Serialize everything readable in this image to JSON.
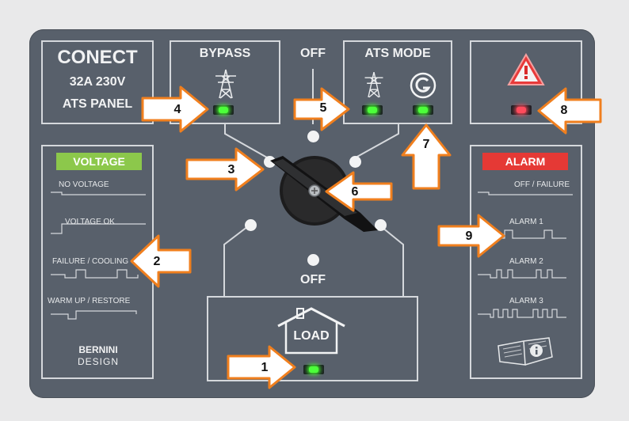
{
  "brand": {
    "line1": "CONECT",
    "line2": "32A 230V",
    "line3": "ATS PANEL"
  },
  "bypass": {
    "title": "BYPASS"
  },
  "off_top": "OFF",
  "off_bottom": "OFF",
  "ats_mode": {
    "title": "ATS MODE"
  },
  "voltage": {
    "title": "VOLTAGE",
    "title_color": "#8cc84b",
    "states": [
      "NO VOLTAGE",
      "VOLTAGE OK",
      "FAILURE / COOLING",
      "WARM UP / RESTORE"
    ]
  },
  "alarm": {
    "title": "ALARM",
    "title_color": "#e53935",
    "states": [
      "OFF / FAILURE",
      "ALARM 1",
      "ALARM 2",
      "ALARM 3"
    ]
  },
  "load": {
    "title": "LOAD"
  },
  "maker": {
    "line1": "BERNINI",
    "line2": "DESIGN"
  },
  "callouts": [
    "1",
    "2",
    "3",
    "4",
    "5",
    "6",
    "7",
    "8",
    "9"
  ],
  "colors": {
    "panel": "#58606b",
    "callout_fill": "#ffffff",
    "callout_border": "#f07f1e",
    "led_green": "#4cff3a",
    "led_red": "#ff4b5c"
  },
  "icons": [
    "pylon-icon",
    "generator-icon",
    "warning-icon",
    "house-icon",
    "manual-book-icon"
  ]
}
